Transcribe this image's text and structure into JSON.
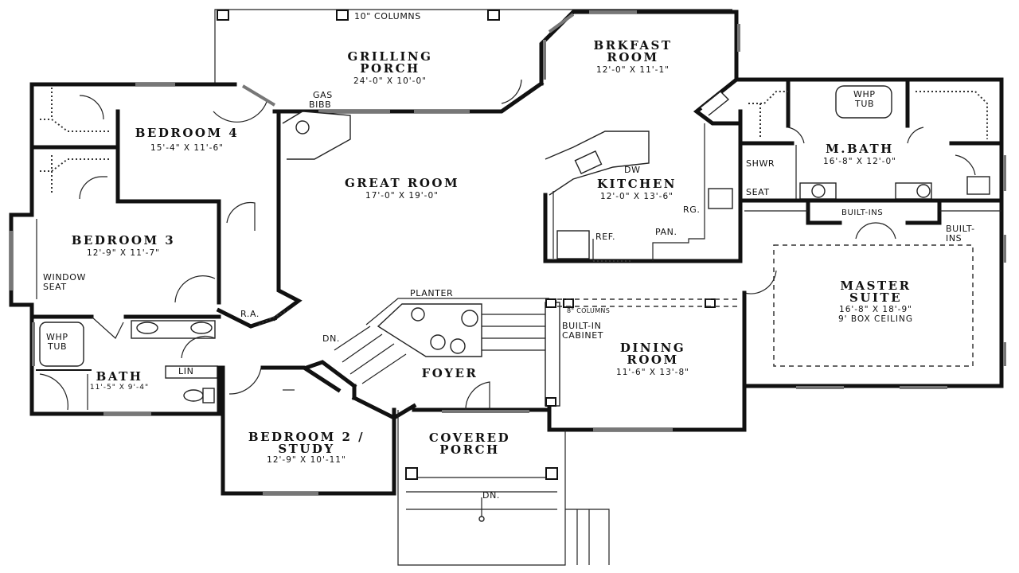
{
  "plan": {
    "rooms": [
      {
        "id": "grilling-porch",
        "name_lines": [
          "GRILLING",
          "PORCH"
        ],
        "dimensions": "24'-0\" X 10'-0\""
      },
      {
        "id": "brkfast-room",
        "name_lines": [
          "BRKFAST",
          "ROOM"
        ],
        "dimensions": "12'-0\" X 11'-1\""
      },
      {
        "id": "bedroom-4",
        "name_lines": [
          "BEDROOM 4"
        ],
        "dimensions": "15'-4\" X 11'-6\""
      },
      {
        "id": "great-room",
        "name_lines": [
          "GREAT ROOM"
        ],
        "dimensions": "17'-0\" X 19'-0\""
      },
      {
        "id": "kitchen",
        "name_lines": [
          "KITCHEN"
        ],
        "dimensions": "12'-0\" X 13'-6\""
      },
      {
        "id": "m-bath",
        "name_lines": [
          "M.BATH"
        ],
        "dimensions": "16'-8\" X 12'-0\""
      },
      {
        "id": "bedroom-3",
        "name_lines": [
          "BEDROOM 3"
        ],
        "dimensions": "12'-9\" X 11'-7\""
      },
      {
        "id": "master-suite",
        "name_lines": [
          "MASTER",
          "SUITE"
        ],
        "dimensions": "16'-8\" X 18'-9\"",
        "extra": "9' BOX CEILING"
      },
      {
        "id": "dining-room",
        "name_lines": [
          "DINING",
          "ROOM"
        ],
        "dimensions": "11'-6\" X 13'-8\""
      },
      {
        "id": "bath",
        "name_lines": [
          "BATH"
        ],
        "dimensions": "11'-5\" X 9'-4\""
      },
      {
        "id": "foyer",
        "name_lines": [
          "FOYER"
        ],
        "dimensions": ""
      },
      {
        "id": "bedroom-2-study",
        "name_lines": [
          "BEDROOM 2 /",
          "STUDY"
        ],
        "dimensions": "12'-9\" X 10'-11\""
      },
      {
        "id": "covered-porch",
        "name_lines": [
          "COVERED",
          "PORCH"
        ],
        "dimensions": ""
      }
    ],
    "annotations": {
      "columns_10": "10\" COLUMNS",
      "gas": "GAS",
      "bibb": "BIBB",
      "whp_tub_master": [
        "WHP",
        "TUB"
      ],
      "shwr": "SHWR",
      "seat": "SEAT",
      "dw": "DW",
      "rg": "RG.",
      "ref": "REF.",
      "pan": "PAN.",
      "built_ins_mbath": "BUILT-INS",
      "built_ins_master": [
        "BUILT-",
        "INS"
      ],
      "window_seat": [
        "WINDOW",
        "SEAT"
      ],
      "ra": "R.A.",
      "planter": "PLANTER",
      "columns_8": "8\" COLUMNS",
      "built_in_cabinet": [
        "BUILT-IN",
        "CABINET"
      ],
      "dn_stair": "DN.",
      "whp_tub_bath": [
        "WHP",
        "TUB"
      ],
      "lin": "LIN",
      "dn_porch": "DN."
    }
  }
}
